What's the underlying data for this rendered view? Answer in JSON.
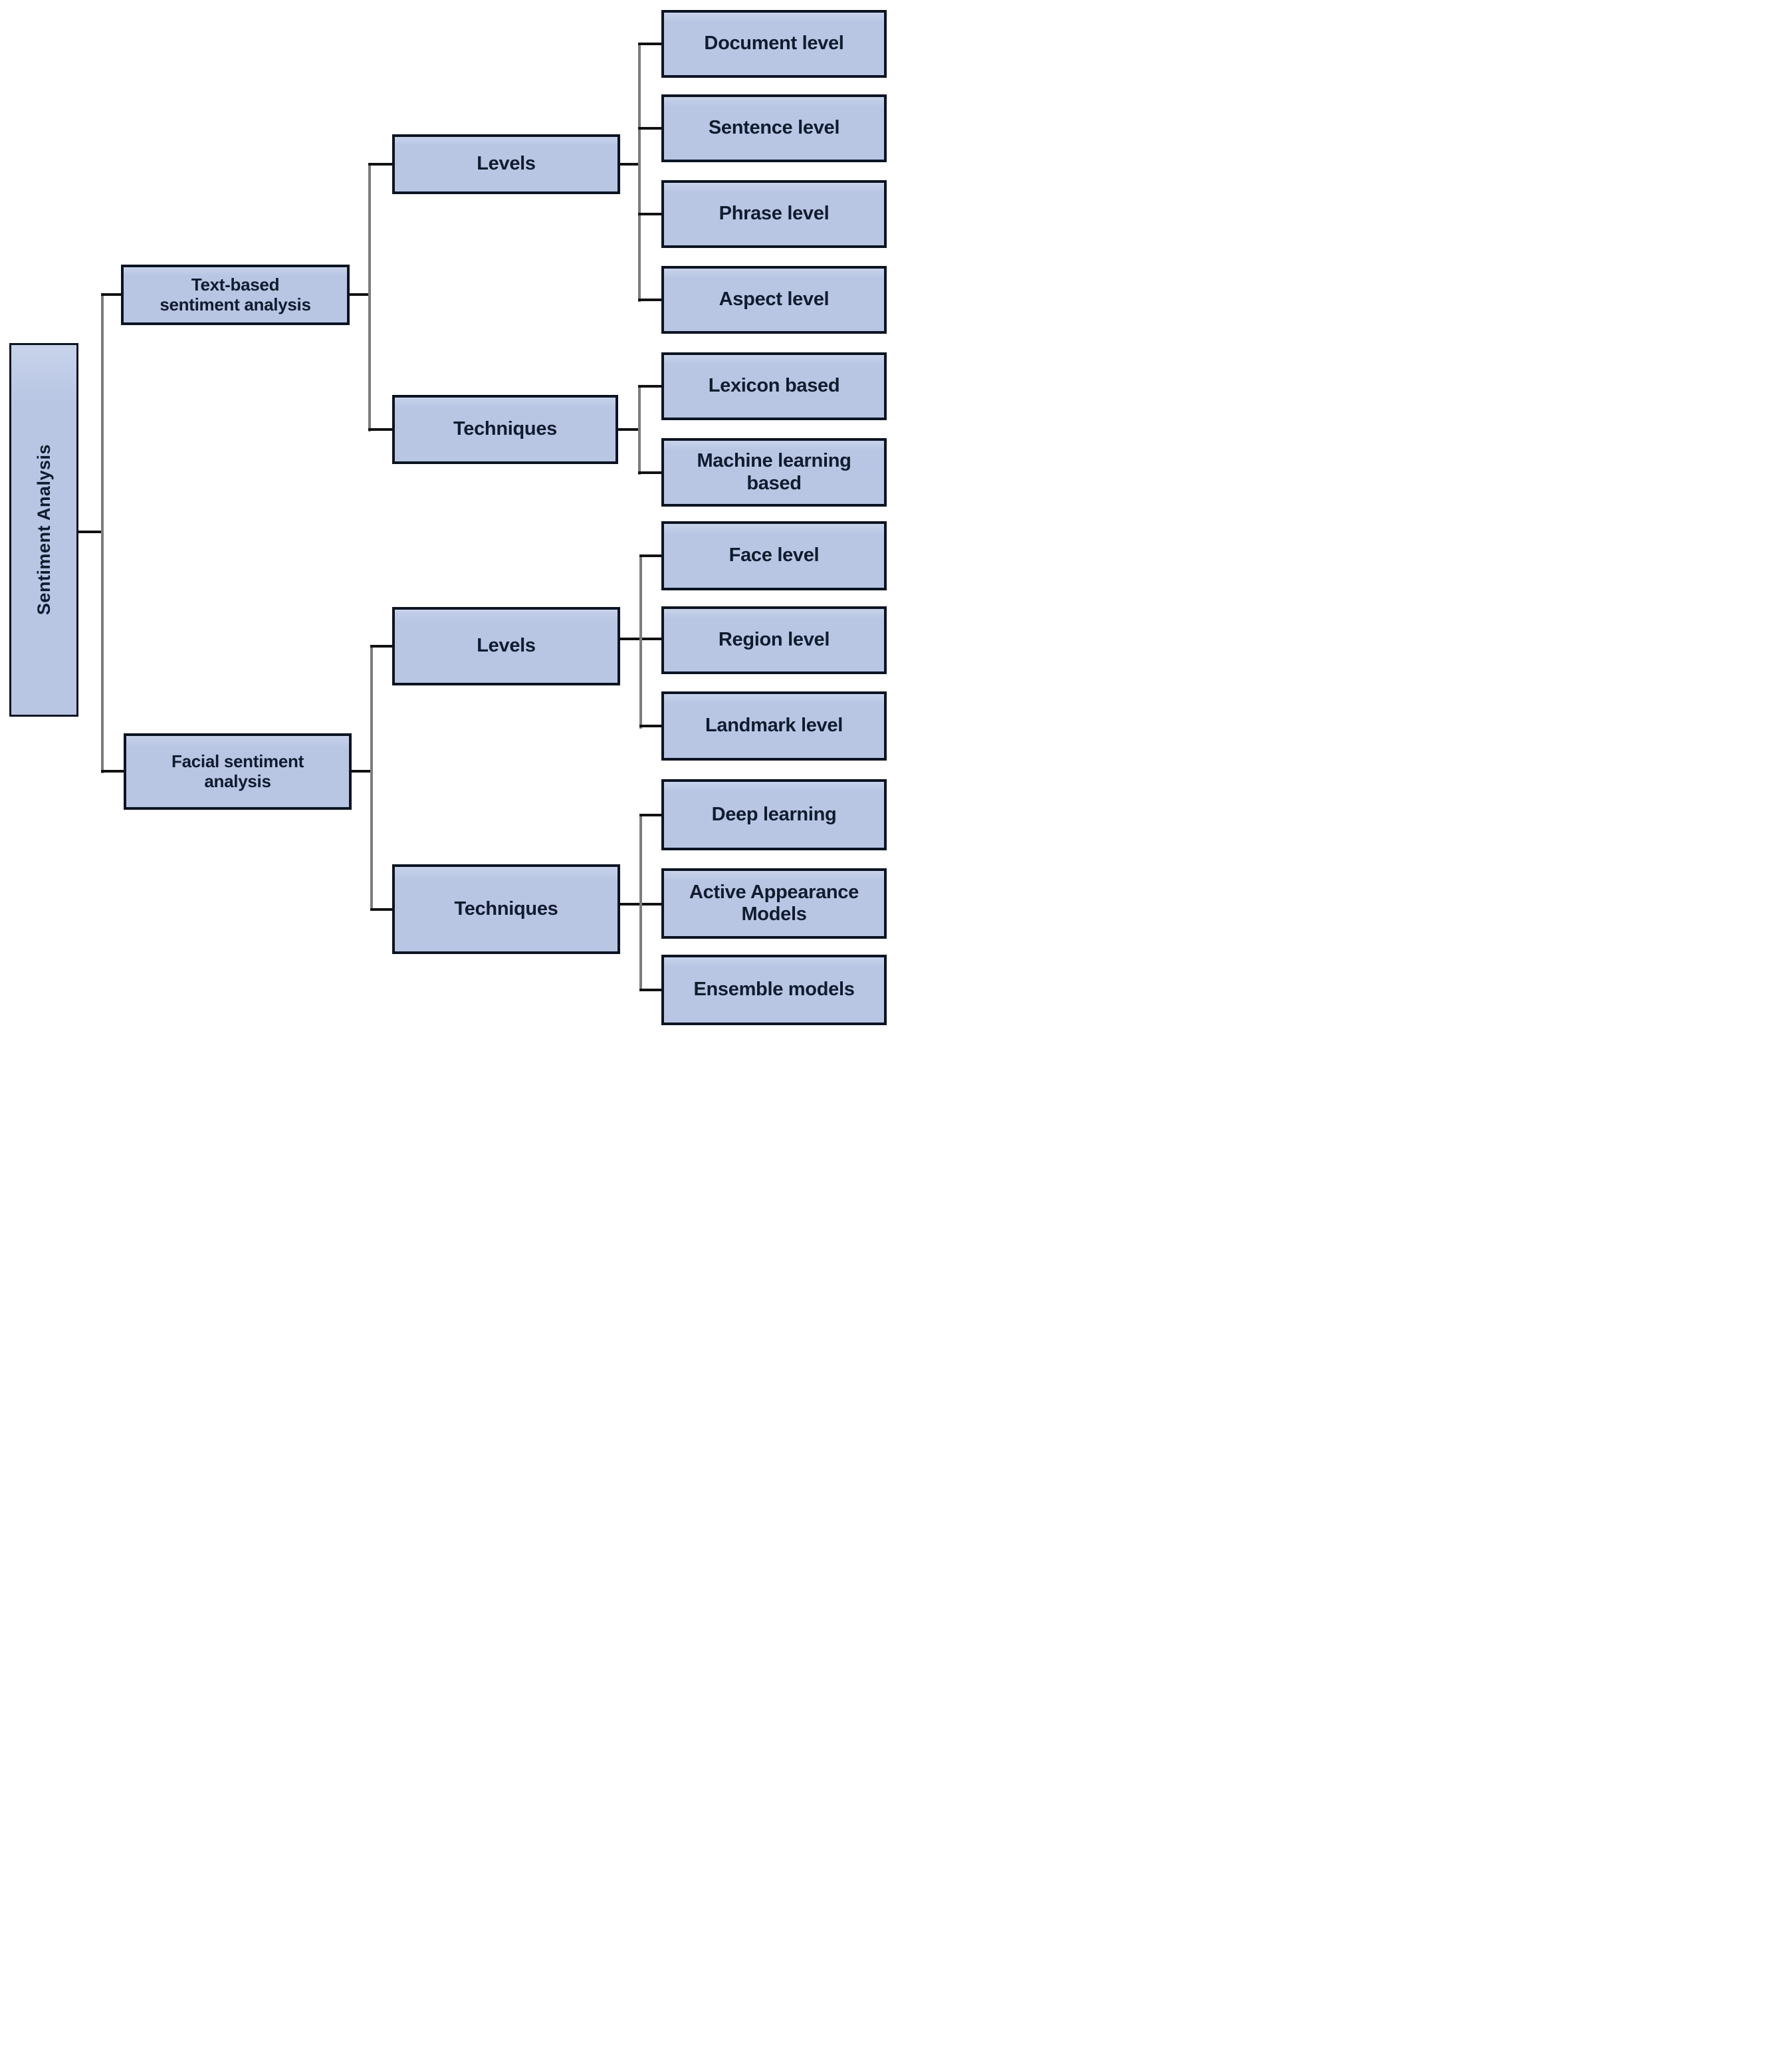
{
  "diagram": {
    "title": "Sentiment Analysis taxonomy diagram",
    "root": {
      "label": "Sentiment Analysis"
    },
    "branches": {
      "text_based": {
        "label": "Text-based\nsentiment analysis",
        "levels": {
          "label": "Levels",
          "children": [
            "Document level",
            "Sentence level",
            "Phrase level",
            "Aspect level"
          ]
        },
        "techniques": {
          "label": "Techniques",
          "children": [
            "Lexicon based",
            "Machine learning\nbased"
          ]
        }
      },
      "facial": {
        "label": "Facial sentiment\nanalysis",
        "levels": {
          "label": "Levels",
          "children": [
            "Face level",
            "Region level",
            "Landmark level"
          ]
        },
        "techniques": {
          "label": "Techniques",
          "children": [
            "Deep learning",
            "Active Appearance\nModels",
            "Ensemble models"
          ]
        }
      }
    },
    "colors": {
      "node_fill": "#b8c6e4",
      "node_border": "#0c1423",
      "node_text": "#101b2e",
      "trunk_line": "#7d7d7d",
      "stub_line": "#111111",
      "background": "#ffffff"
    }
  }
}
